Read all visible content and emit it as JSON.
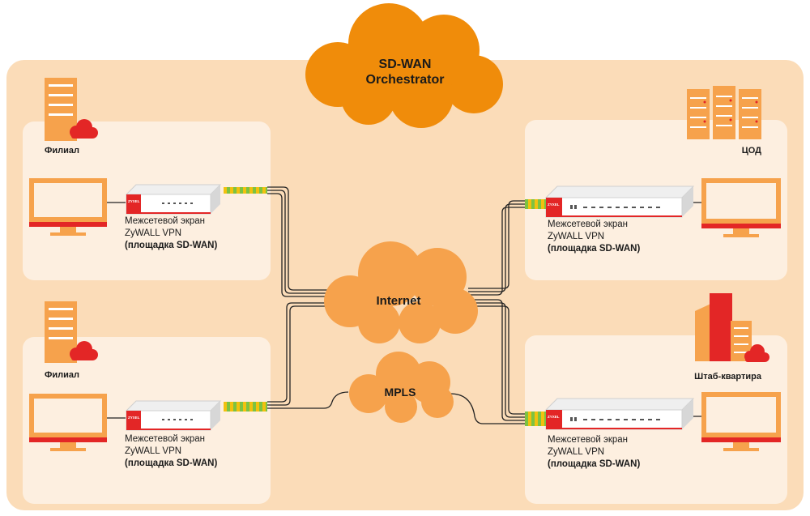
{
  "orchestrator": {
    "line1": "SD-WAN",
    "line2": "Orchestrator"
  },
  "clouds": {
    "internet": "Internet",
    "mpls": "MPLS"
  },
  "device_brand": "ZYXEL",
  "sites": [
    {
      "id": "branch-1",
      "site_label": "Филиал",
      "device_line1": "Межсетевой экран",
      "device_line2": "ZyWALL VPN",
      "device_line3": "(площадка SD-WAN)"
    },
    {
      "id": "branch-2",
      "site_label": "Филиал",
      "device_line1": "Межсетевой экран",
      "device_line2": "ZyWALL VPN",
      "device_line3": "(площадка SD-WAN)"
    },
    {
      "id": "datacenter",
      "site_label": "ЦОД",
      "device_line1": "Межсетевой экран",
      "device_line2": "ZyWALL VPN",
      "device_line3": "(площадка SD-WAN)"
    },
    {
      "id": "headquarters",
      "site_label": "Штаб-квартира",
      "device_line1": "Межсетевой экран",
      "device_line2": "ZyWALL VPN",
      "device_line3": "(площадка SD-WAN)"
    }
  ],
  "colors": {
    "background_panel": "#fbdcb8",
    "site_panel": "#fdefe0",
    "orange": "#f08c0a",
    "cloud_light": "#f6a24c",
    "red": "#e32626",
    "cable": "#222222"
  }
}
